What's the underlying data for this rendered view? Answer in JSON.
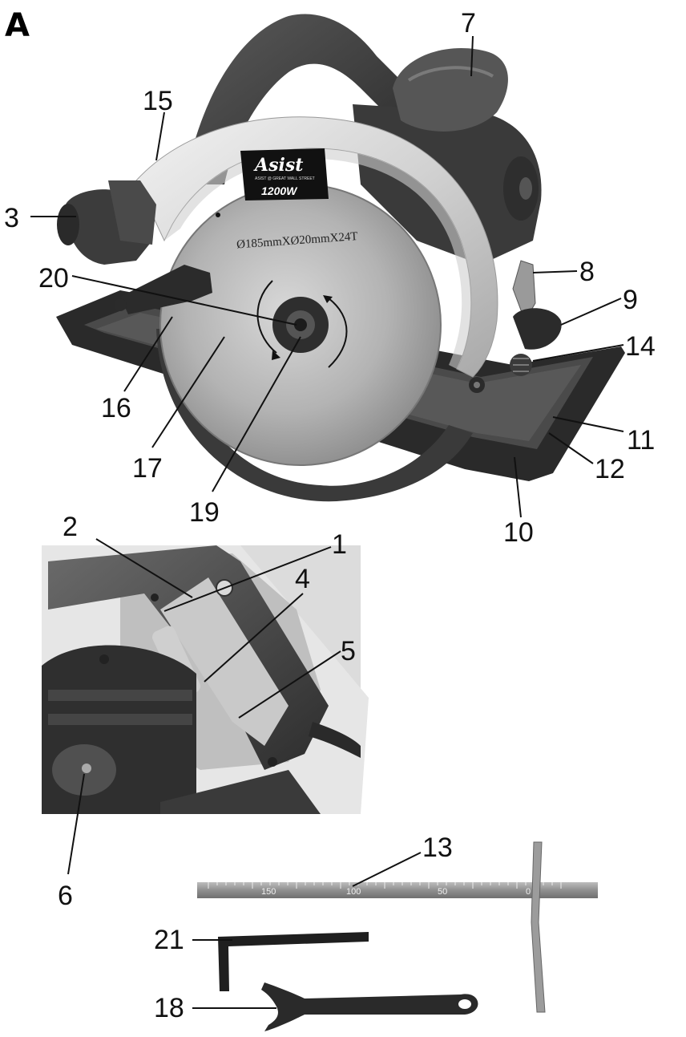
{
  "figure_letter": "A",
  "brand": {
    "name": "Asist",
    "address": "ASIST @ GREAT WALL STREET",
    "power": "1200W"
  },
  "blade_marking": "Ø185mmXØ20mmX24T",
  "ruler_ticks": [
    "150",
    "100",
    "50",
    "0"
  ],
  "callouts": {
    "c1": "1",
    "c2": "2",
    "c3": "3",
    "c4": "4",
    "c5": "5",
    "c6": "6",
    "c7": "7",
    "c8": "8",
    "c9": "9",
    "c10": "10",
    "c11": "11",
    "c12": "12",
    "c13": "13",
    "c14": "14",
    "c15": "15",
    "c16": "16",
    "c17": "17",
    "c18": "18",
    "c19": "19",
    "c20": "20",
    "c21": "21"
  }
}
